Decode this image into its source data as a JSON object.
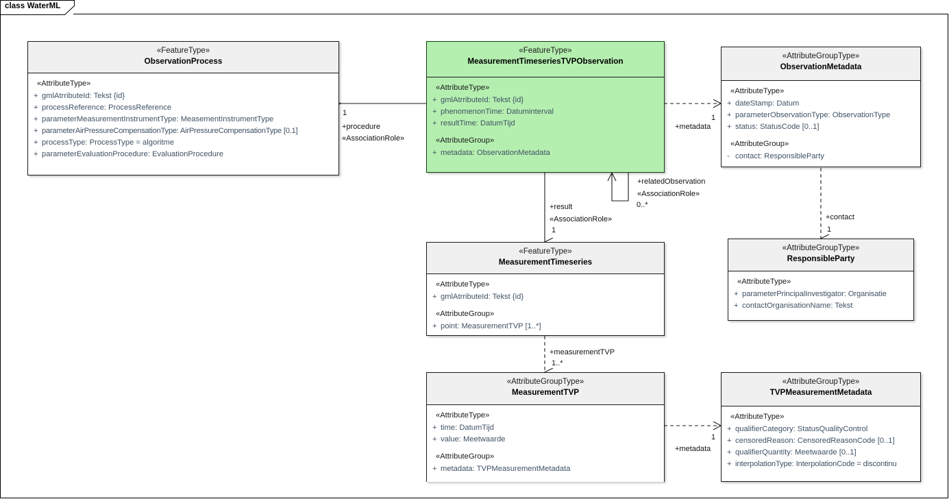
{
  "diagram": {
    "frame_label": "class WaterML",
    "accent_highlight": "#b5efb0",
    "header_fill": "#f0f0f0",
    "body_fill": "#ffffff",
    "line_color": "#1a1a1a",
    "attribute_text_color": "#3f5163"
  },
  "classes": {
    "observation_process": {
      "stereotype": "«FeatureType»",
      "name": "ObservationProcess",
      "sections": [
        {
          "group": "«AttributeType»",
          "attributes": [
            {
              "vis": "+",
              "text": "gmlAtrributeId: Tekst {id}"
            },
            {
              "vis": "+",
              "text": "processReference: ProcessReference"
            },
            {
              "vis": "+",
              "text": "parameterMeasurementInstrumentType: MeasementInstrumentType"
            },
            {
              "vis": "+",
              "text": "parameterAirPressureCompensationType: AirPressureCompensationType [0.1]"
            },
            {
              "vis": "+",
              "text": "processType: ProcessType = algoritme"
            },
            {
              "vis": "+",
              "text": "parameterEvaluationProcedure: EvaluationProcedure"
            }
          ]
        }
      ]
    },
    "mts_tvp_observation": {
      "stereotype": "«FeatureType»",
      "name": "MeasurementTimeseriesTVPObservation",
      "sections": [
        {
          "group": "«AttributeType»",
          "attributes": [
            {
              "vis": "+",
              "text": "gmlAtrributeId: Tekst {id}"
            },
            {
              "vis": "+",
              "text": "phenomenonTime: Datuminterval"
            },
            {
              "vis": "+",
              "text": "resultTime: DatumTijd"
            }
          ]
        },
        {
          "group": "«AttributeGroup»",
          "attributes": [
            {
              "vis": "+",
              "text": "metadata: ObservationMetadata"
            }
          ]
        }
      ]
    },
    "observation_metadata": {
      "stereotype": "«AttributeGroupType»",
      "name": "ObservationMetadata",
      "sections": [
        {
          "group": "«AttributeType»",
          "attributes": [
            {
              "vis": "+",
              "text": "dateStamp: Datum"
            },
            {
              "vis": "+",
              "text": "parameterObservationType: ObservationType"
            },
            {
              "vis": "+",
              "text": "status: StatusCode [0..1]"
            }
          ]
        },
        {
          "group": "«AttributeGroup»",
          "attributes": [
            {
              "vis": "-",
              "text": "contact: ResponsibleParty"
            }
          ]
        }
      ]
    },
    "measurement_timeseries": {
      "stereotype": "«FeatureType»",
      "name": "MeasurementTimeseries",
      "sections": [
        {
          "group": "«AttributeType»",
          "attributes": [
            {
              "vis": "+",
              "text": "gmlAtrributeId: Tekst {id}"
            }
          ]
        },
        {
          "group": "«AttributeGroup»",
          "attributes": [
            {
              "vis": "+",
              "text": "point: MeasurementTVP [1..*]"
            }
          ]
        }
      ]
    },
    "responsible_party": {
      "stereotype": "«AttributeGroupType»",
      "name": "ResponsibleParty",
      "sections": [
        {
          "group": "«AttributeType»",
          "attributes": [
            {
              "vis": "+",
              "text": "parameterPrincipalInvestigator: Organisatie"
            },
            {
              "vis": "+",
              "text": "contactOrganisationName: Tekst"
            }
          ]
        }
      ]
    },
    "measurement_tvp": {
      "stereotype": "«AttributeGroupType»",
      "name": "MeasurementTVP",
      "sections": [
        {
          "group": "«AttributeType»",
          "attributes": [
            {
              "vis": "+",
              "text": "time: DatumTijd"
            },
            {
              "vis": "+",
              "text": "value: Meetwaarde"
            }
          ]
        },
        {
          "group": "«AttributeGroup»",
          "attributes": [
            {
              "vis": "+",
              "text": "metadata: TVPMeasurementMetadata"
            }
          ]
        }
      ]
    },
    "tvp_measurement_metadata": {
      "stereotype": "«AttributeGroupType»",
      "name": "TVPMeasurementMetadata",
      "sections": [
        {
          "group": "«AttributeType»",
          "attributes": [
            {
              "vis": "+",
              "text": "qualifierCategory: StatusQualityControl"
            },
            {
              "vis": "+",
              "text": "censoredReason: CensoredReasonCode [0..1]"
            },
            {
              "vis": "+",
              "text": "qualifierQuantity: Meetwaarde [0..1]"
            },
            {
              "vis": "+",
              "text": "interpolationType: InterpolationCode = discontinu"
            }
          ]
        }
      ]
    }
  },
  "connectors": {
    "procedure": {
      "role": "+procedure",
      "stereotype": "«AssociationRole»",
      "multiplicity": "1"
    },
    "metadata_observation": {
      "role": "+metadata",
      "multiplicity": "1"
    },
    "related_observation": {
      "role": "+relatedObservation",
      "stereotype": "«AssociationRole»",
      "multiplicity": "0..*"
    },
    "result": {
      "role": "+result",
      "stereotype": "«AssociationRole»",
      "multiplicity": "1"
    },
    "contact": {
      "role": "+contact",
      "multiplicity": "1"
    },
    "measurement_tvp": {
      "role": "+measurementTVP",
      "multiplicity": "1..*"
    },
    "metadata_tvp": {
      "role": "+metadata",
      "multiplicity": "1"
    }
  }
}
